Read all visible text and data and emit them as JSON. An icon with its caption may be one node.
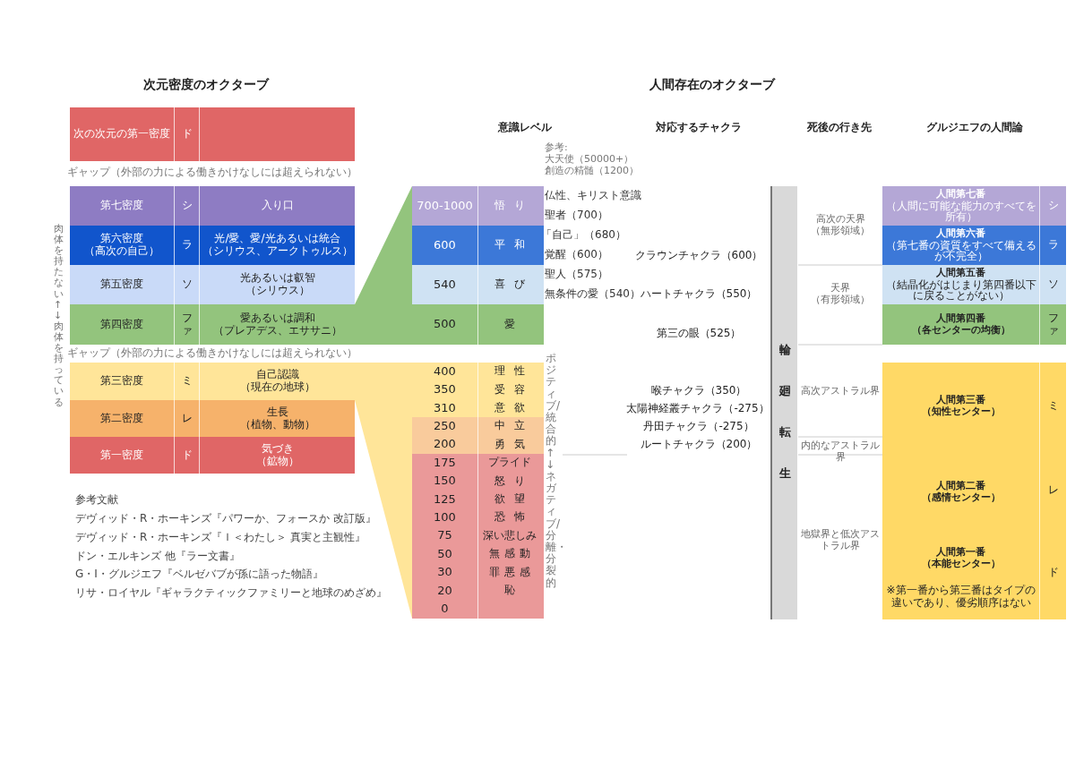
{
  "diagram": {
    "nodes": [
      {
        "text": [
          "次の次元の第一密度",
          "ド"
        ]
      },
      {
        "text": [
          "第七密度",
          "シ",
          "入り口"
        ]
      },
      {
        "text": [
          "第六密度（高次の自己）",
          "ラ",
          "光/愛、愛/光あるいは統合（シリウス、アークトゥルス）"
        ]
      },
      {
        "text": [
          "第五密度",
          "ソ",
          "光あるいは叡智（シリウス）"
        ]
      },
      {
        "text": [
          "第四密度",
          "ファ",
          "愛あるいは調和（プレアデス、エササニ）"
        ]
      },
      {
        "text": [
          "第三密度",
          "ミ",
          "自己認識（現在の地球）"
        ]
      },
      {
        "text": [
          "第二密度",
          "レ",
          "生長（植物、動物）"
        ]
      },
      {
        "text": [
          "第一密度",
          "ド",
          "気づき（鉱物）"
        ]
      },
      {
        "text": [
          "700-1000",
          "悟り"
        ]
      },
      {
        "text": [
          "600",
          "平和"
        ]
      },
      {
        "text": [
          "540",
          "喜び"
        ]
      },
      {
        "text": [
          "500",
          "愛"
        ]
      },
      {
        "text": [
          "400",
          "理性"
        ]
      },
      {
        "text": [
          "350",
          "受容"
        ]
      },
      {
        "text": [
          "310",
          "意欲"
        ]
      },
      {
        "text": [
          "250",
          "中立"
        ]
      },
      {
        "text": [
          "200",
          "勇気"
        ]
      },
      {
        "text": [
          "175",
          "プライド"
        ]
      },
      {
        "text": [
          "150",
          "怒り"
        ]
      },
      {
        "text": [
          "125",
          "欲望"
        ]
      },
      {
        "text": [
          "100",
          "恐怖"
        ]
      },
      {
        "text": [
          "75",
          "深い悲しみ"
        ]
      },
      {
        "text": [
          "50",
          "無感動"
        ]
      },
      {
        "text": [
          "30",
          "罪悪感"
        ]
      },
      {
        "text": [
          "20",
          "恥"
        ]
      },
      {
        "text": [
          "0"
        ]
      },
      {
        "text": [
          "輪廻転生"
        ]
      },
      {
        "text": [
          "人間第七番",
          "（人間に可能な能力のすべてを所有）",
          "シ"
        ]
      },
      {
        "text": [
          "人間第六番",
          "（第七番の資質をすべて備えるが不完全）",
          "ラ"
        ]
      },
      {
        "text": [
          "人間第五番",
          "（結晶化がはじまり第四番以下に戻ることがない）",
          "ソ"
        ]
      },
      {
        "text": [
          "人間第四番（各センターの均衡）",
          "ファ"
        ]
      },
      {
        "text": [
          "人間第三番（知性センター）",
          "ミ",
          "人間第二番（感情センター）",
          "レ",
          "人間第一番（本能センター）",
          "ド",
          "※第一番から第三番はタイプの違いであり、優劣順序はない"
        ]
      },
      {
        "text": [],
        "shape": "band"
      },
      {
        "text": [],
        "shape": "band"
      }
    ],
    "labels": [
      "次元密度のオクターブ",
      "人間存在のオクターブ",
      "意識レベル",
      "対応するチャクラ",
      "死後の行き先",
      "グルジエフの人間論",
      "ギャップ（外部の力による働きかけなしには超えられない）",
      "肉体を持たない↑↓肉体を持っている",
      "参考:",
      "大天使（50000+）",
      "創造の精髄（1200）",
      "仏性、キリスト意識",
      "聖者（700）",
      "「自己」（680）",
      "覚醒（600）",
      "聖人（575）",
      "無条件の愛（540）",
      "クラウンチャクラ（600）",
      "ハートチャクラ（550）",
      "第三の眼（525）",
      "高次の天界（無形領域）",
      "天界（有形領域）",
      "ギャップ（外部の力による働きかけなしには超えられない）",
      "ポジティブ/統合的↑↓ネガティブ/分離・分裂的",
      "喉チャクラ（350）",
      "太陽神経叢チャクラ（-275）",
      "丹田チャクラ（-275）",
      "ルートチャクラ（200）",
      "高次アストラル界",
      "内的なアストラル界",
      "地獄界と低次アストラル界",
      "参考文献",
      "デヴィッド・R・ホーキンズ『パワーか、フォースか 改訂版』",
      "デヴィッド・R・ホーキンズ『Ｉ＜わたし＞ 真実と主観性』",
      "ドン・エルキンズ 他『ラー文書』",
      "G・I・グルジエフ『ベルゼバブが孫に語った物語』",
      "リサ・ロイヤル『ギャラクティックファミリーと地球のめざめ』"
    ]
  }
}
